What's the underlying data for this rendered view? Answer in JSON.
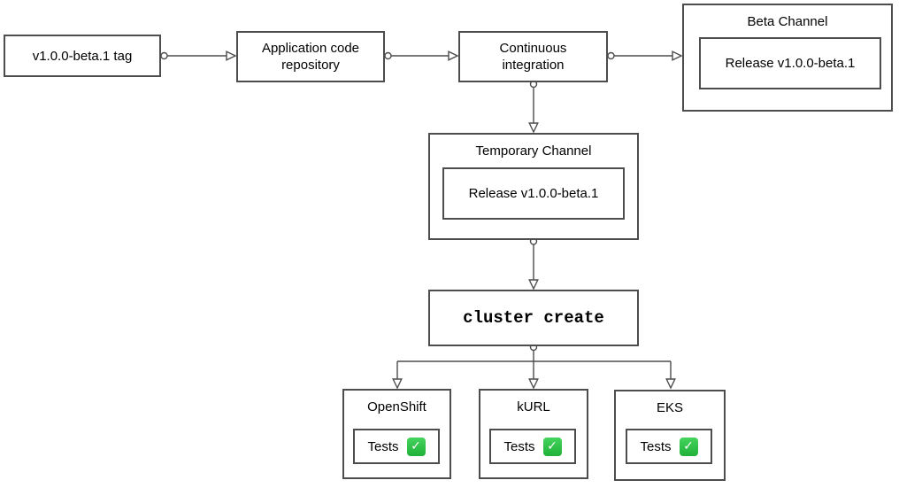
{
  "colors": {
    "background": "#ffffff",
    "box_border": "#4d4d4d",
    "edge_line": "#4d4d4d",
    "text": "#000000",
    "check_green_top": "#45d45e",
    "check_green_bottom": "#1fb138",
    "check_mark_white": "#ffffff"
  },
  "icons": {
    "check": {
      "name": "check-emoji",
      "glyph": "✓"
    }
  },
  "nodes": {
    "tag": {
      "label": "v1.0.0-beta.1 tag"
    },
    "repo": {
      "label": "Application code repository"
    },
    "ci": {
      "label": "Continuous integration"
    },
    "beta_channel": {
      "title": "Beta Channel",
      "release": "Release v1.0.0-beta.1"
    },
    "temp_channel": {
      "title": "Temporary Channel",
      "release": "Release v1.0.0-beta.1"
    },
    "cluster_create": {
      "label": "cluster create"
    },
    "openshift": {
      "title": "OpenShift",
      "tests_label": "Tests",
      "tests_passed": true
    },
    "kurl": {
      "title": "kURL",
      "tests_label": "Tests",
      "tests_passed": true
    },
    "eks": {
      "title": "EKS",
      "tests_label": "Tests",
      "tests_passed": true
    }
  },
  "edges": [
    {
      "from": "tag",
      "to": "repo"
    },
    {
      "from": "repo",
      "to": "ci"
    },
    {
      "from": "ci",
      "to": "beta_channel"
    },
    {
      "from": "ci",
      "to": "temp_channel"
    },
    {
      "from": "temp_channel",
      "to": "cluster_create"
    },
    {
      "from": "cluster_create",
      "to": "openshift"
    },
    {
      "from": "cluster_create",
      "to": "kurl"
    },
    {
      "from": "cluster_create",
      "to": "eks"
    }
  ]
}
